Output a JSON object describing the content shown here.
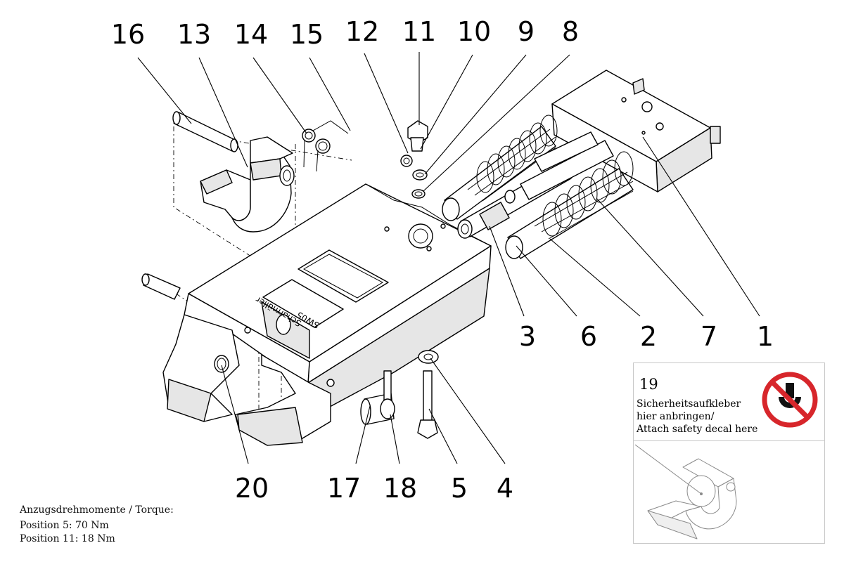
{
  "callouts": {
    "p1": "1",
    "p2": "2",
    "p3": "3",
    "p4": "4",
    "p5": "5",
    "p6": "6",
    "p7": "7",
    "p8": "8",
    "p9": "9",
    "p10": "10",
    "p11": "11",
    "p12": "12",
    "p13": "13",
    "p14": "14",
    "p15": "15",
    "p16": "16",
    "p17": "17",
    "p18": "18",
    "p20": "20"
  },
  "torque": {
    "heading": "Anzugsdrehmomente / Torque:",
    "position5": "Position 5: 70 Nm",
    "position11": "Position 11: 18 Nm"
  },
  "decal": {
    "number": "19",
    "line1": "Sicherheitsaufkleber",
    "line2": "hier anbringen/",
    "line3": "Attach safety decal here",
    "sign_colors": {
      "ring": "#d7262b",
      "symbol": "#111111"
    }
  },
  "coupling_label": {
    "line1": "Scharmüller",
    "line2": "SW05"
  }
}
